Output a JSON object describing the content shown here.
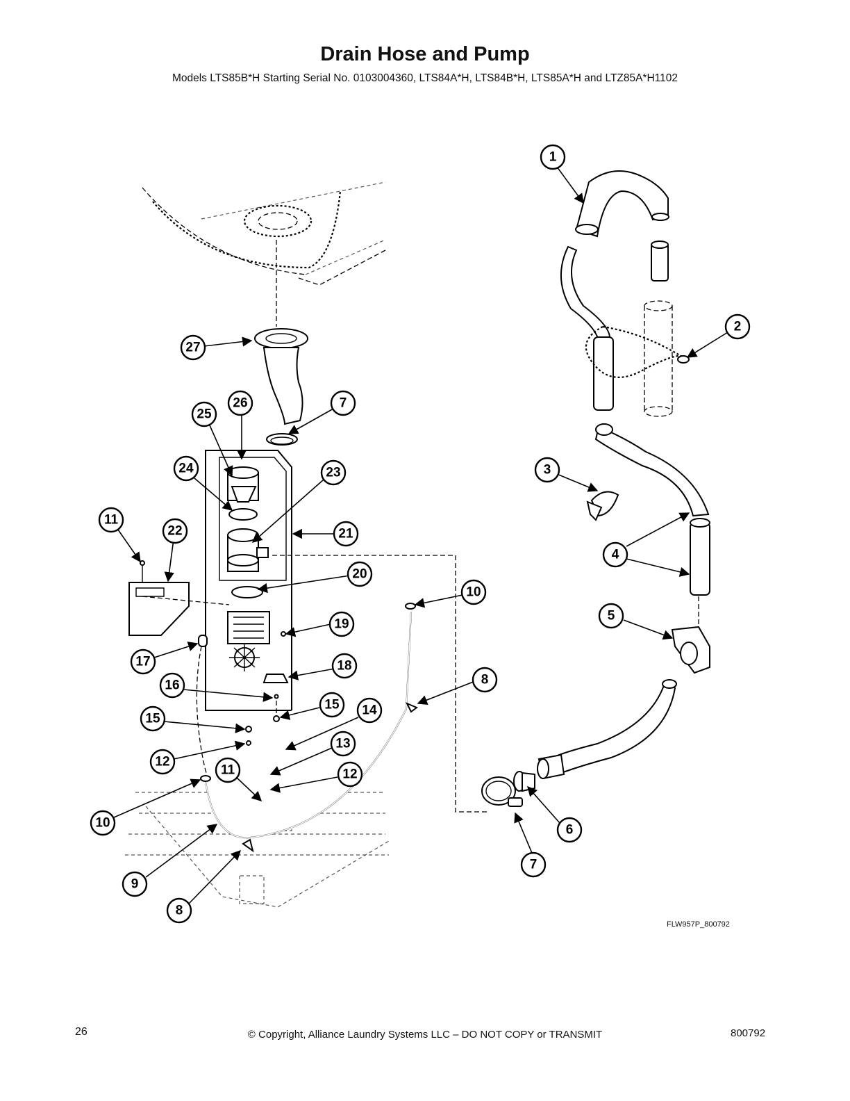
{
  "header": {
    "title": "Drain Hose and Pump",
    "subtitle": "Models LTS85B*H Starting Serial No. 0103004360, LTS84A*H, LTS84B*H, LTS85A*H and LTZ85A*H1102"
  },
  "callouts": [
    {
      "label": "1"
    },
    {
      "label": "2"
    },
    {
      "label": "3"
    },
    {
      "label": "4"
    },
    {
      "label": "5"
    },
    {
      "label": "6"
    },
    {
      "label": "7"
    },
    {
      "label": "8"
    },
    {
      "label": "10"
    },
    {
      "label": "27"
    },
    {
      "label": "7"
    },
    {
      "label": "26"
    },
    {
      "label": "25"
    },
    {
      "label": "24"
    },
    {
      "label": "23"
    },
    {
      "label": "11"
    },
    {
      "label": "22"
    },
    {
      "label": "21"
    },
    {
      "label": "20"
    },
    {
      "label": "10"
    },
    {
      "label": "19"
    },
    {
      "label": "17"
    },
    {
      "label": "18"
    },
    {
      "label": "16"
    },
    {
      "label": "8"
    },
    {
      "label": "15"
    },
    {
      "label": "15"
    },
    {
      "label": "14"
    },
    {
      "label": "13"
    },
    {
      "label": "12"
    },
    {
      "label": "11"
    },
    {
      "label": "12"
    },
    {
      "label": "10"
    },
    {
      "label": "9"
    },
    {
      "label": "8"
    }
  ],
  "figure_code": "FLW957P_800792",
  "footer": {
    "page_number": "26",
    "copyright": "© Copyright, Alliance Laundry Systems LLC – DO NOT COPY or TRANSMIT",
    "doc_number": "800792"
  }
}
